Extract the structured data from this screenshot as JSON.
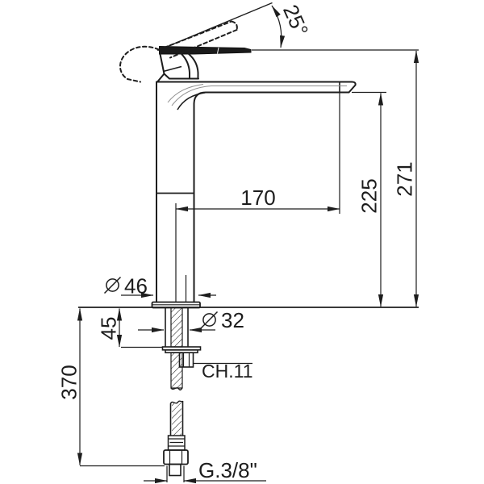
{
  "drawing": {
    "type": "technical-dimension-drawing",
    "subject": "tall single-lever basin mixer tap, front elevation",
    "colors": {
      "line": "#1d1d1d",
      "background": "#ffffff",
      "reflection_gray": "#8f8f8f"
    },
    "symbols": {
      "diameter": "Ø",
      "degree": "°"
    },
    "dims": {
      "handle_angle": "25°",
      "spout_reach": "170",
      "spout_height": "225",
      "total_height": "271",
      "base_diameter": "46",
      "shank_diameter": "32",
      "deck_clearance": "45",
      "under_counter_length": "370",
      "wrench_size": "CH.11",
      "thread_size": "G.3/8\""
    }
  }
}
